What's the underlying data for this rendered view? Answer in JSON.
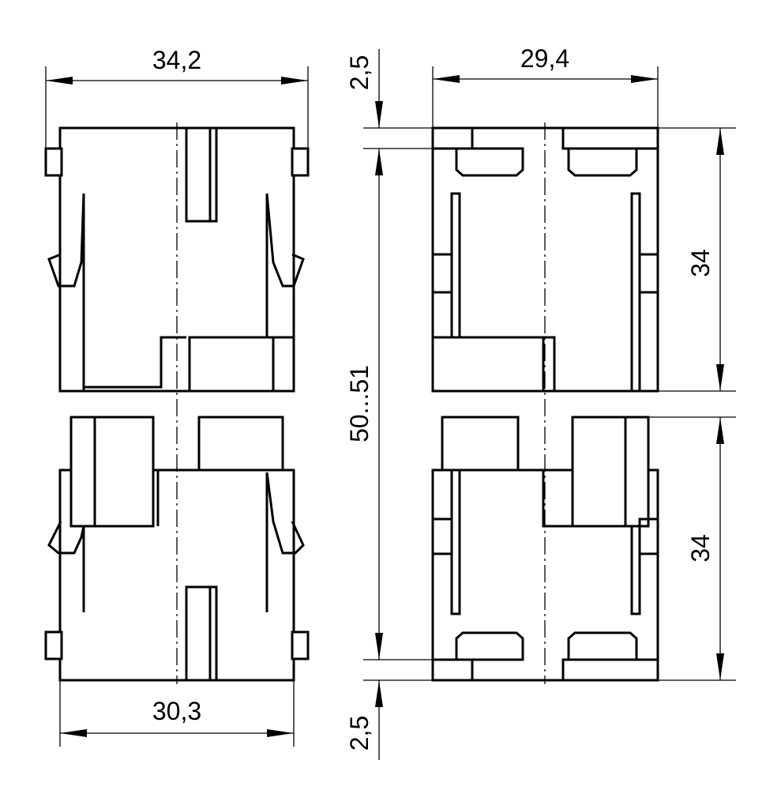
{
  "dimensions": {
    "top_left_width": "34,2",
    "bottom_left_width": "30,3",
    "top_right_width": "29,4",
    "top_offset": "2,5",
    "bottom_offset": "2,5",
    "overall_height": "50...51",
    "upper_height": "34",
    "lower_height": "34"
  },
  "colors": {
    "line": "#000000",
    "background": "#ffffff"
  }
}
